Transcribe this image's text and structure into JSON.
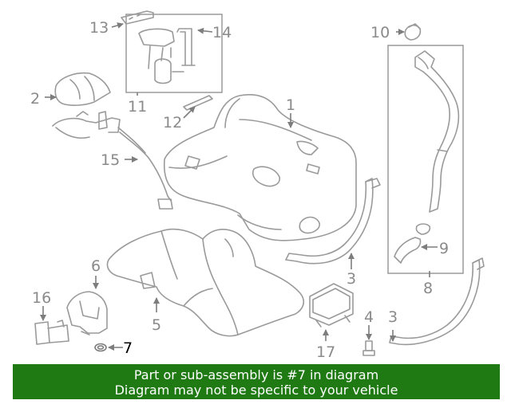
{
  "colors": {
    "banner_background": "#1f7a14",
    "banner_text": "#ffffff",
    "line_art": "#9a9a9a",
    "callout_text": "#8a8a8a",
    "highlighted_callout": "#000000"
  },
  "callouts": {
    "c1": "1",
    "c2": "2",
    "c3a": "3",
    "c3b": "3",
    "c4": "4",
    "c5": "5",
    "c6": "6",
    "c7": "7",
    "c8": "8",
    "c9": "9",
    "c10": "10",
    "c11": "11",
    "c12": "12",
    "c13": "13",
    "c14": "14",
    "c15": "15",
    "c16": "16",
    "c17": "17"
  },
  "highlighted_part": "7",
  "banner": {
    "line1": "Part or sub-assembly is #7 in diagram",
    "line2": "Diagram may not be specific to your vehicle"
  }
}
